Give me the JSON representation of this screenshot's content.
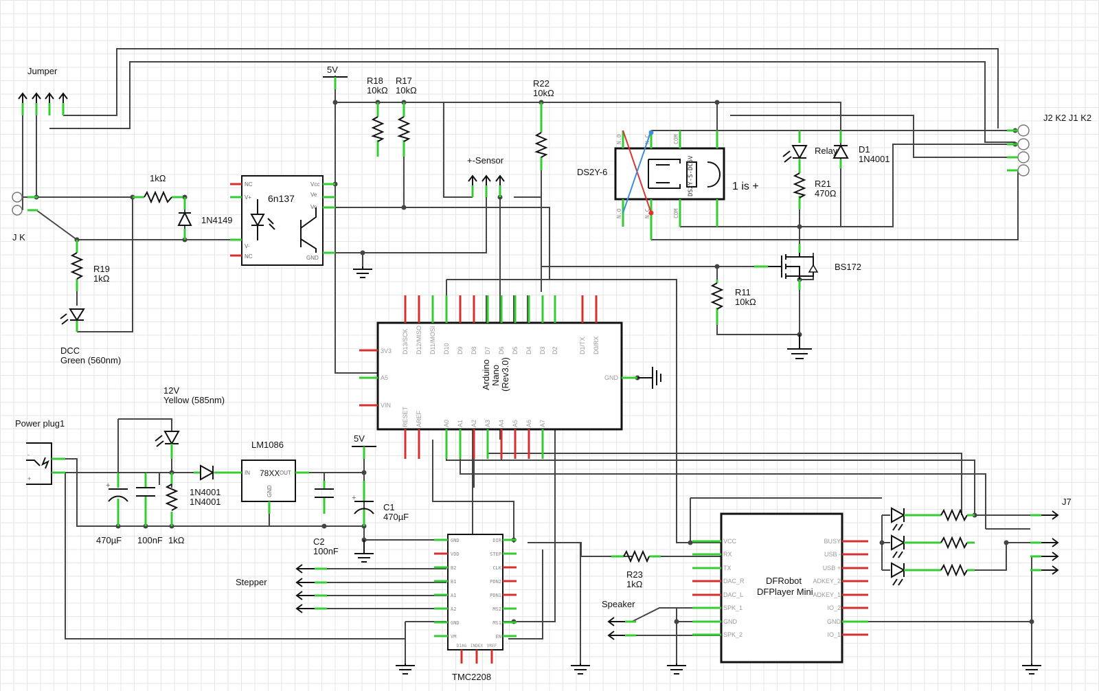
{
  "labels": {
    "jumper": "Jumper",
    "jk": "J K",
    "r1": "1kΩ",
    "d1n4149": "1N4149",
    "opto": "6n137",
    "r19": "R19",
    "r19v": "1kΩ",
    "dcc": "DCC",
    "dcc_led": "Green (560nm)",
    "v5_top": "5V",
    "r18": "R18",
    "r18v": "10kΩ",
    "r17": "R17",
    "r17v": "10kΩ",
    "r22": "R22",
    "r22v": "10kΩ",
    "sensor": "+-Sensor",
    "ds2y": "DS2Y-6",
    "relay_part": "DS2Y-S-DC5V",
    "relay_note": "1 is +",
    "relay": "Relay",
    "d1": "D1",
    "d1v": "1N4001",
    "r21": "R21",
    "r21v": "470Ω",
    "conn": "J2 K2 J1 K2",
    "bs172": "BS172",
    "r11": "R11",
    "r11v": "10kΩ",
    "nano_l1": "Arduino",
    "nano_l2": "Nano",
    "nano_l3": "(Rev3.0)",
    "power": "Power plug1",
    "v12": "12V",
    "yellow": "Yellow (585nm)",
    "lm": "LM1086",
    "reg": "78XX",
    "reg_in": "IN",
    "reg_out": "OUT",
    "reg_gnd": "GND",
    "d_1n4001a": "1N4001",
    "d_1n4001b": "1N4001",
    "c470": "470µF",
    "c100n": "100nF",
    "r1k": "1kΩ",
    "v5_bot": "5V",
    "c1": "C1",
    "c1v": "470µF",
    "c2": "C2",
    "c2v": "100nF",
    "stepper": "Stepper",
    "tmc": "TMC2208",
    "r23": "R23",
    "r23v": "1kΩ",
    "speaker": "Speaker",
    "dfp1": "DFRobot",
    "dfp2": "DFPlayer Mini",
    "j7": "J7"
  },
  "opto_pins": {
    "nc1": "NC",
    "vp": "V+",
    "vm": "V-",
    "nc2": "NC",
    "vcc": "Vcc",
    "ve": "Ve",
    "vo": "Vo",
    "gnd": "GND"
  },
  "nano_top_pins": [
    "D13/SCK",
    "D12/MISO",
    "D11/MOSI",
    "D10",
    "D9",
    "D8",
    "D7",
    "D6",
    "D5",
    "D4",
    "D3",
    "D2",
    "D1/TX",
    "D0/RX"
  ],
  "nano_bottom_pins": [
    "RESET",
    "AREF",
    "A0",
    "A1",
    "A2",
    "A3",
    "A4",
    "A5",
    "A6",
    "A7"
  ],
  "nano_left_pins": [
    "3V3",
    "A5",
    "VIN"
  ],
  "nano_right_pin": "GND",
  "tmc_left_pins": [
    "GND",
    "VDD",
    "B2",
    "B1",
    "A1",
    "A2",
    "GND",
    "VM"
  ],
  "tmc_right_pins": [
    "DIR",
    "STEP",
    "CLK",
    "PDN2",
    "PDN1",
    "MS2",
    "MS1",
    "EN"
  ],
  "tmc_bottom_pins": [
    "DIAG",
    "INDEX",
    "VREF"
  ],
  "dfp_left_pins": [
    "VCC",
    "RX",
    "TX",
    "DAC_R",
    "DAC_L",
    "SPK_1",
    "GND",
    "SPK_2"
  ],
  "dfp_right_pins": [
    "BUSY",
    "USB -",
    "USB +",
    "ADKEY_2",
    "ADKEY_1",
    "IO_2",
    "GND",
    "IO_1"
  ],
  "relay_pins": {
    "no": "N.O",
    "nc": "N.C",
    "com": "COM"
  }
}
